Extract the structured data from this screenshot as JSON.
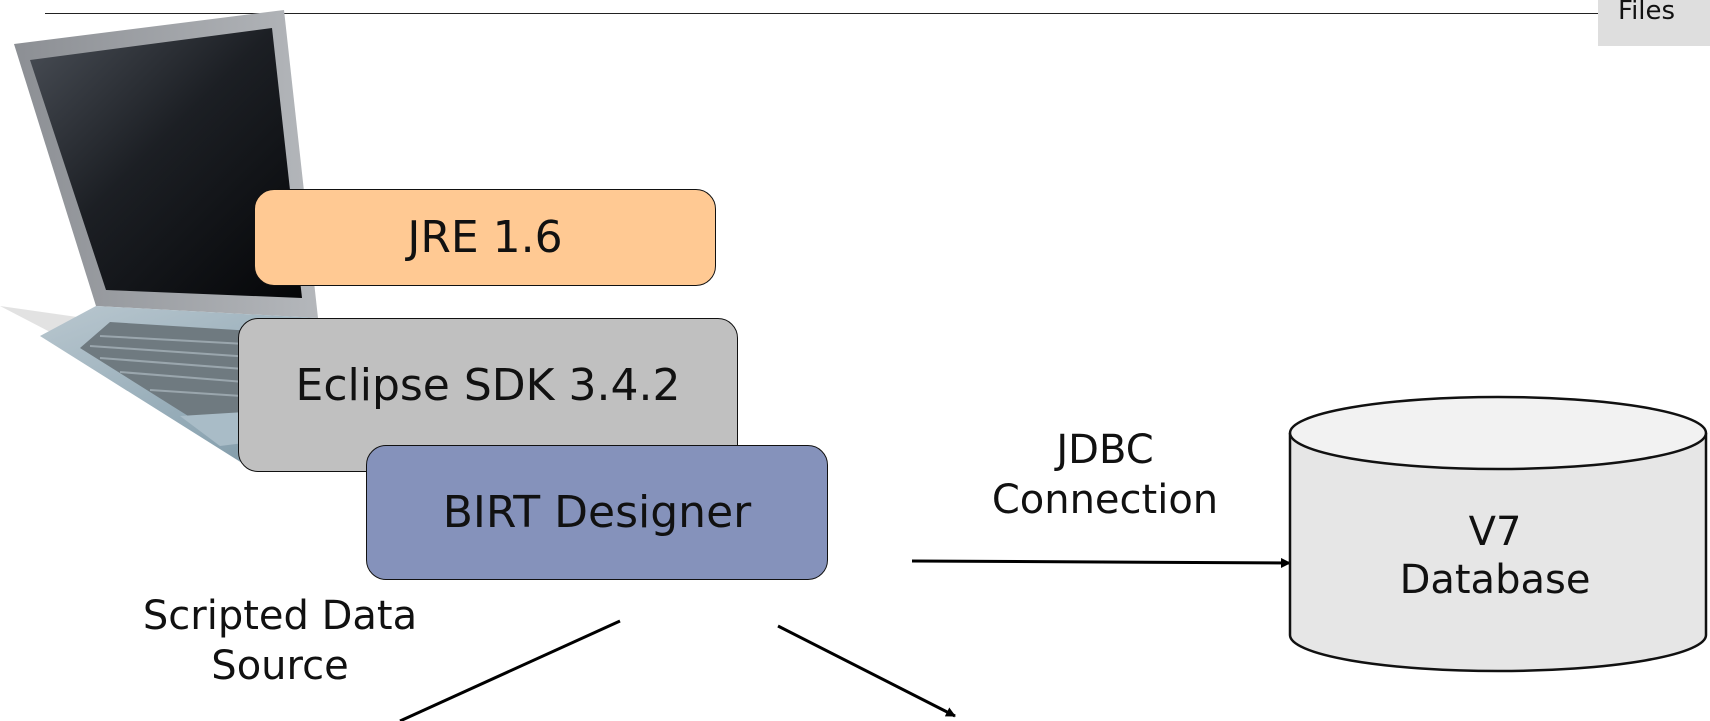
{
  "header": {
    "tab_label": "Files"
  },
  "stack": {
    "jre_label": "JRE 1.6",
    "eclipse_label": "Eclipse SDK 3.4.2",
    "birt_label": "BIRT Designer"
  },
  "connection": {
    "label_line1": "JDBC",
    "label_line2": "Connection"
  },
  "database": {
    "label_line1": "V7",
    "label_line2": "Database"
  },
  "scripted_source": {
    "label_line1": "Scripted Data",
    "label_line2": "Source"
  },
  "colors": {
    "jre": "#ffc993",
    "eclipse": "#c0c0c0",
    "birt": "#8592bb",
    "database": "#e6e6e6"
  }
}
